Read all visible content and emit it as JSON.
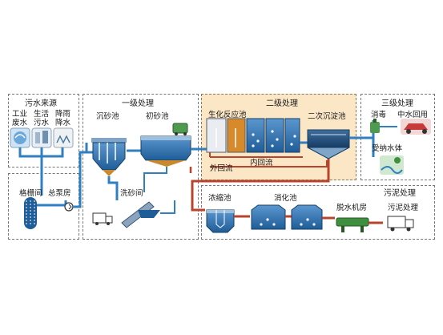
{
  "sections": {
    "source": "污水来源",
    "primary": "一级处理",
    "secondary": "二级处理",
    "tertiary": "三级处理",
    "sludge": "污泥处理"
  },
  "sources": [
    {
      "label": "工业废水",
      "line1": "工业",
      "line2": "废水"
    },
    {
      "label": "生活污水",
      "line1": "生活",
      "line2": "污水"
    },
    {
      "label": "降雨降水",
      "line1": "降雨",
      "line2": "降水"
    }
  ],
  "units": {
    "grille": "格栅间",
    "pump_room": "总泵房",
    "grit_tank": "沉砂池",
    "primary_settling": "初砂池",
    "sand_washing": "洗砂间",
    "bioreactor": "生化反应池",
    "secondary_clarifier": "二次沉淀池",
    "external_reflux": "外回流",
    "internal_reflux": "内回流",
    "disinfection": "消毒",
    "reclaimed_water": "中水回用",
    "receiving_water": "受纳水体",
    "thickener": "浓缩池",
    "digester": "消化池",
    "dewatering_room": "脱水机房",
    "sludge_disposal": "污泥处理"
  },
  "colors": {
    "water_flow": "#2f7fc1",
    "sludge_flow": "#b8442e",
    "secondary_bg": "#fbe6c6",
    "tank_blue": "#2b6aa8",
    "sediment_brown": "#c98a2e",
    "dewater_green": "#3f8f3f"
  }
}
